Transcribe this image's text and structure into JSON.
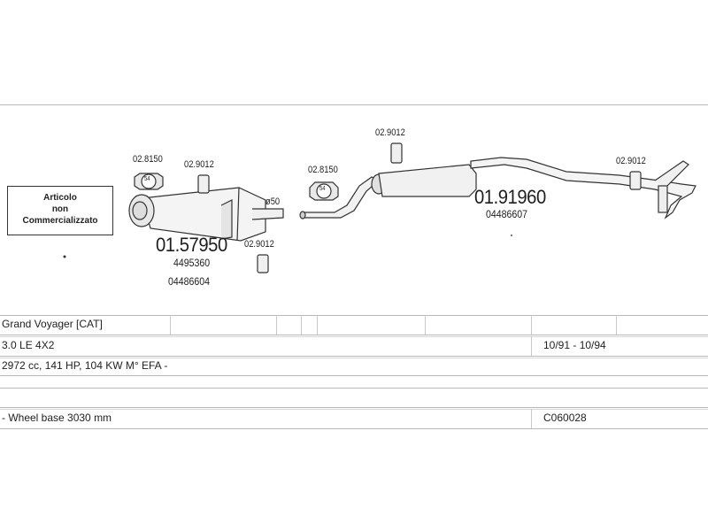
{
  "diagram": {
    "note": [
      "Articolo",
      "non",
      "Commercializzato"
    ],
    "parts": [
      {
        "code": "01.57950",
        "refs": [
          "4495360",
          "04486604"
        ]
      },
      {
        "code": "01.91960",
        "refs": [
          "04486607"
        ]
      }
    ],
    "clamp_labels": [
      "02.8150",
      "02.8150"
    ],
    "clamp_size": "54",
    "hanger_labels": [
      "02.9012",
      "02.9012",
      "02.9012",
      "02.9012"
    ],
    "diameter_label": "ø50"
  },
  "table": {
    "model": "Grand Voyager  [CAT]",
    "variant": "3.0 LE 4X2",
    "period": "10/91 - 10/94",
    "engine": "2972 cc, 141 HP, 104 KW M° EFA -",
    "note": "- Wheel base 3030 mm",
    "code": "C060028"
  }
}
